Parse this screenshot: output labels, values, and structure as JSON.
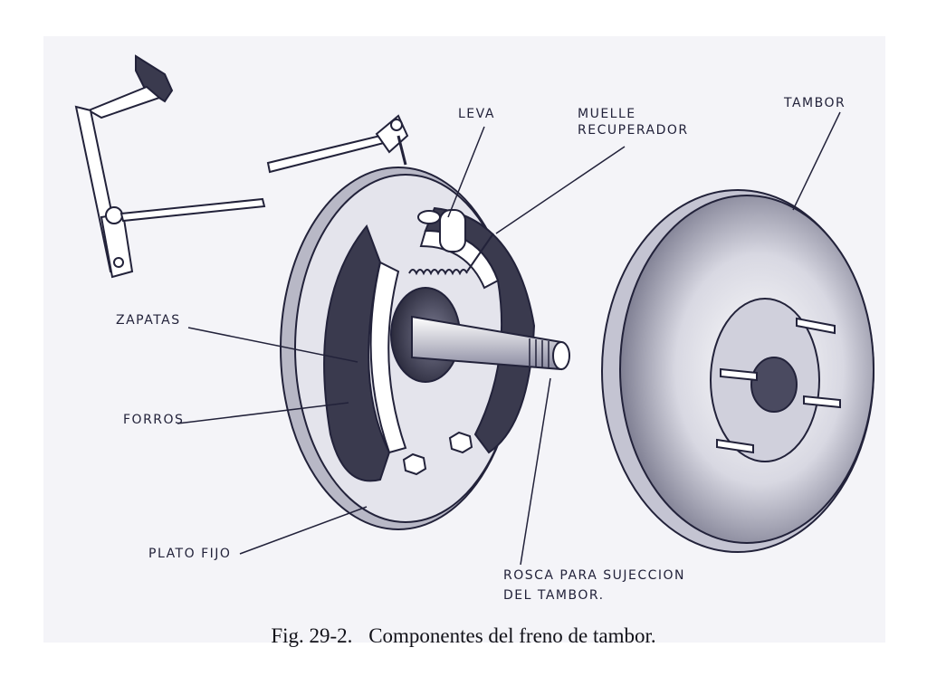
{
  "colors": {
    "ink": "#22223a",
    "paper": "#f4f4f8",
    "drum_shade": "#6a6a80",
    "shoe_dark": "#3a3a4e"
  },
  "labels": {
    "leva": "LEVA",
    "muelle_line1": "MUELLE",
    "muelle_line2": "RECUPERADOR",
    "tambor": "TAMBOR",
    "zapatas": "ZAPATAS",
    "forros": "FORROS",
    "plato_fijo": "PLATO FIJO",
    "rosca_line1": "ROSCA PARA SUJECCION",
    "rosca_line2": "DEL TAMBOR."
  },
  "caption": {
    "number": "Fig. 29-2.",
    "text": "Componentes del freno de tambor."
  }
}
